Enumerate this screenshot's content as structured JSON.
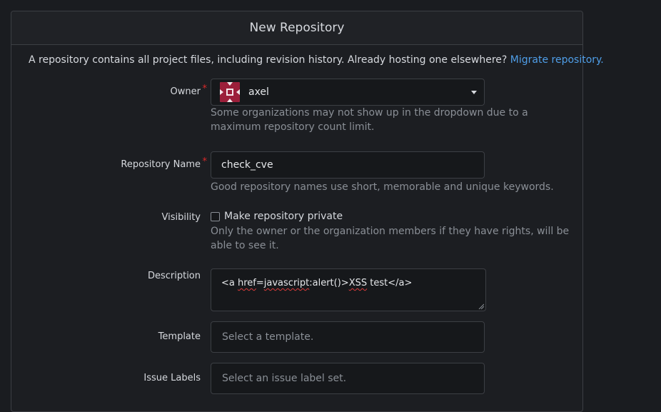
{
  "header": {
    "title": "New Repository"
  },
  "intro": {
    "text": "A repository contains all project files, including revision history. Already hosting one elsewhere?",
    "link": "Migrate repository."
  },
  "owner": {
    "label": "Owner",
    "required": "*",
    "value": "axel",
    "help": "Some organizations may not show up in the dropdown due to a maximum repository count limit.",
    "icon": "chevron-down-icon"
  },
  "repo_name": {
    "label": "Repository Name",
    "required": "*",
    "value": "check_cve",
    "help": "Good repository names use short, memorable and unique keywords."
  },
  "visibility": {
    "label": "Visibility",
    "checkbox_label": "Make repository private",
    "checked": false,
    "help": "Only the owner or the organization members if they have rights, will be able to see it."
  },
  "description": {
    "label": "Description",
    "value_parts": [
      "<a ",
      "href",
      "=",
      "javascript",
      ":alert()>",
      "XSS",
      " test</a>"
    ]
  },
  "template": {
    "label": "Template",
    "placeholder": "Select a template."
  },
  "issue_labels": {
    "label": "Issue Labels",
    "placeholder": "Select an issue label set."
  },
  "colors": {
    "accent_link": "#4f9ee8",
    "required": "#db2828",
    "avatar_primary": "#9c1f3a"
  }
}
